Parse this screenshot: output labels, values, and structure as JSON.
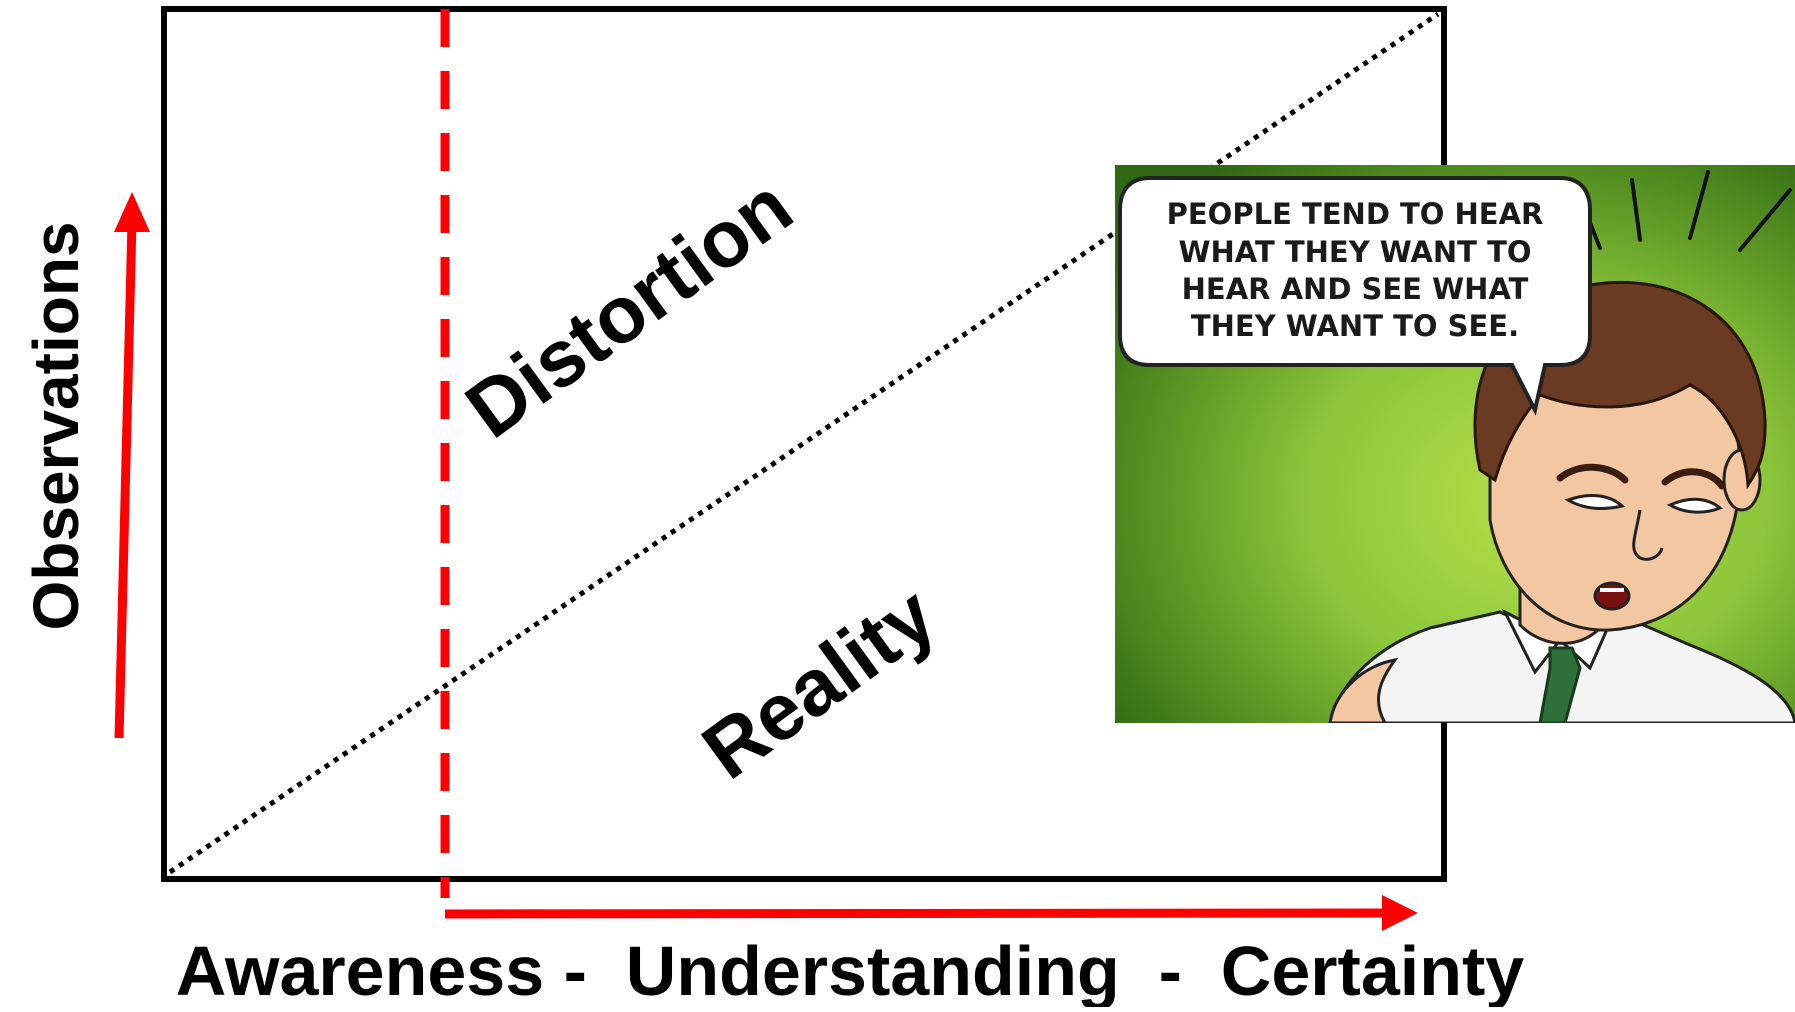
{
  "diagram": {
    "y_axis_label": "Observations",
    "x_axis_label": "Awareness -  Understanding  -  Certainty",
    "region_upper_label": "Distortion",
    "region_lower_label": "Reality",
    "colors": {
      "frame": "#000000",
      "arrow": "#ff0000",
      "threshold_line": "#ff0000",
      "diagonal": "#000000"
    }
  },
  "comic": {
    "speech_lines": [
      "PEOPLE TEND TO HEAR",
      "WHAT THEY WANT TO",
      "HEAR AND SEE WHAT",
      "THEY WANT TO SEE."
    ],
    "colors": {
      "background_center": "#a9d63a",
      "background_edge": "#2f6a12",
      "shirt": "#f4f4f4",
      "tie": "#2f6f3a",
      "hair": "#6b3a22",
      "skin": "#f3c7a1"
    }
  }
}
